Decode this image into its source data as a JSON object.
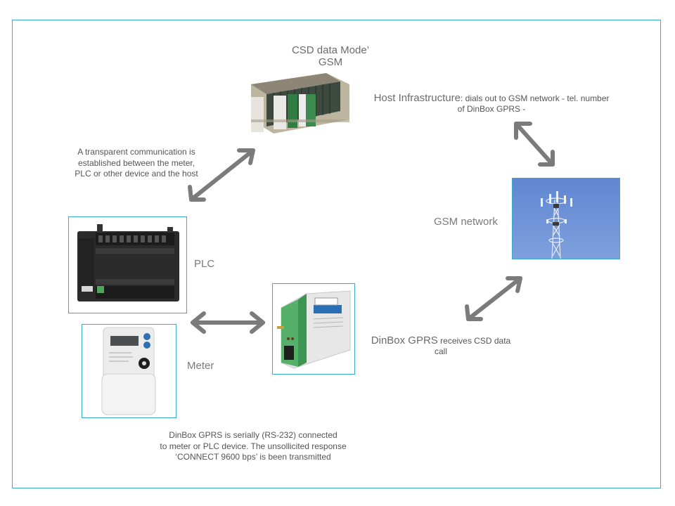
{
  "colors": {
    "frame": "#3aa9cf",
    "arrow": "#7b7b7b",
    "text": "#6b6b6b",
    "sky": "#6f93d6"
  },
  "nodes": {
    "csd_host": {
      "title_line1": "CSD data Mode’",
      "title_line2": "GSM",
      "image": "rack-server-image"
    },
    "host_infra": {
      "lead": "Host Infrastructure",
      "rest_line1": ":  dials out to GSM network  - tel. number",
      "line2": "of DinBox GPRS -"
    },
    "transparent": {
      "line1": "A transparent communication is",
      "line2": "established between the meter,",
      "line3": "PLC or other device  and the host"
    },
    "gsm_network": {
      "label": "GSM network",
      "image": "cell-tower-image"
    },
    "plc": {
      "label": "PLC",
      "image": "plc-image"
    },
    "meter": {
      "label": "Meter",
      "image": "meter-image"
    },
    "dinbox": {
      "image": "dinbox-modem-image",
      "lead": "DinBox GPRS",
      "rest_line1": " receives  CSD data",
      "line2": "call"
    },
    "serial_note": {
      "line1": "DinBox GPRS is serially (RS-232)  connected",
      "line2": "to meter or PLC device.  The unsollicited response",
      "line3": "‘CONNECT  9600 bps’ is been transmitted"
    }
  },
  "arrows": [
    {
      "name": "arrow-plc-to-host",
      "from": "plc",
      "to": "csd_host"
    },
    {
      "name": "arrow-host-to-gsm",
      "from": "host_infra",
      "to": "gsm_network"
    },
    {
      "name": "arrow-dinbox-to-gsm",
      "from": "dinbox",
      "to": "gsm_network"
    },
    {
      "name": "arrow-devices-to-dinbox",
      "from": "meter",
      "to": "dinbox"
    }
  ]
}
